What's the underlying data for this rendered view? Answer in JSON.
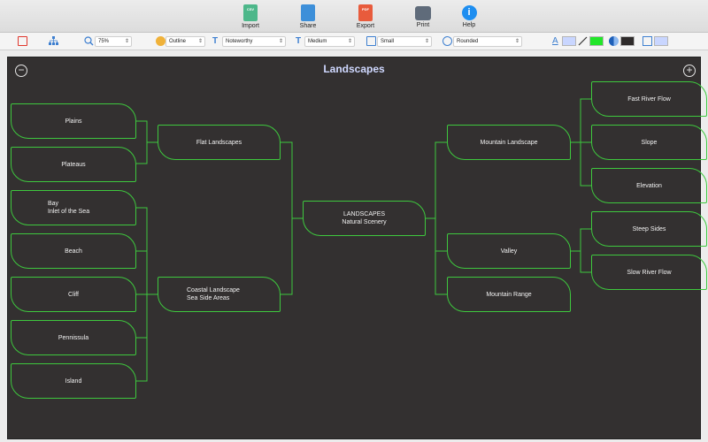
{
  "toolbar": {
    "import_label": "Import",
    "import_tag": "CSV",
    "share_label": "Share",
    "export_label": "Export",
    "export_tag": "PDF",
    "print_label": "Print",
    "help_label": "Help",
    "help_glyph": "i"
  },
  "format": {
    "zoom": "75%",
    "style": "Outline",
    "font": "Noteworthy",
    "size": "Medium",
    "spacing": "Small",
    "shape": "Rounded",
    "text_color_glyph": "A",
    "text_fill": "#c9d6ff",
    "line_color": "#22e62a",
    "node_fill": "#2e2b2b",
    "bg_color": "#c9d6ff"
  },
  "canvas": {
    "title": "Landscapes",
    "collapse_glyph": "−",
    "expand_glyph": "+",
    "line_color": "#3ec83e"
  },
  "map": {
    "root": "LANDSCAPES\nNatural Scenery",
    "flat": "Flat Landscapes",
    "plains": "Plains",
    "plateaus": "Plateaus",
    "coastal": "Coastal Landscape\nSea Side Areas",
    "bay": "Bay\nInlet of the Sea",
    "beach": "Beach",
    "cliff": "Cliff",
    "peninsula": "Pennissula",
    "island": "Island",
    "mountain": "Mountain Landscape",
    "fast_river": "Fast River Flow",
    "slope": "Slope",
    "elevation": "Elevation",
    "valley": "Valley",
    "steep_sides": "Steep Sides",
    "slow_river": "Slow River Flow",
    "mountain_range": "Mountain Range"
  }
}
